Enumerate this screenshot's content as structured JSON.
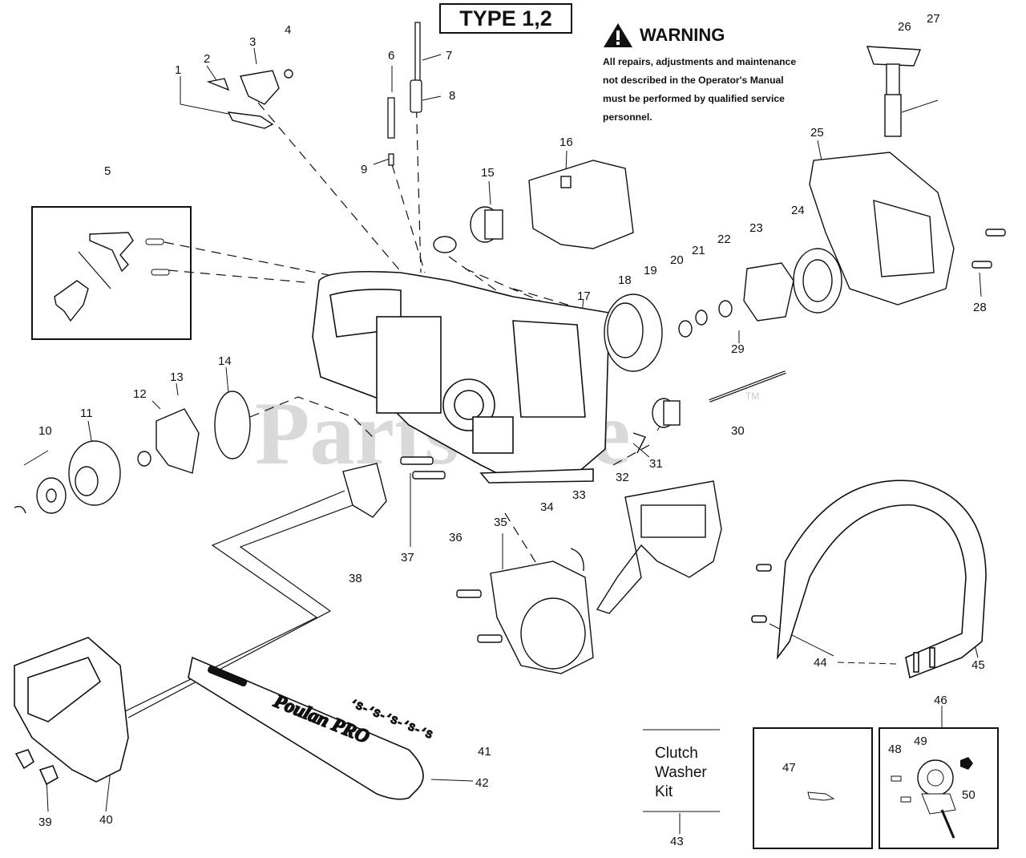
{
  "title": "TYPE 1,2",
  "warning": {
    "heading": "WARNING",
    "lines": [
      "All repairs, adjustments and maintenance",
      "not described in the Operator's Manual",
      "must be performed by qualified  service",
      "personnel."
    ]
  },
  "watermark": {
    "text": "PartsTree",
    "tm": "TM"
  },
  "bar_brand": "Poulan PRO",
  "bar_holes": "‘S-‘S-‘S-‘S-‘S",
  "kit_label": [
    "Clutch",
    "Washer",
    "Kit"
  ],
  "callouts": [
    "1",
    "2",
    "3",
    "4",
    "5",
    "6",
    "7",
    "8",
    "9",
    "10",
    "11",
    "12",
    "13",
    "14",
    "15",
    "16",
    "17",
    "18",
    "19",
    "20",
    "21",
    "22",
    "23",
    "24",
    "25",
    "26",
    "27",
    "28",
    "29",
    "30",
    "31",
    "32",
    "33",
    "34",
    "35",
    "36",
    "37",
    "38",
    "39",
    "40",
    "41",
    "42",
    "43",
    "44",
    "45",
    "46",
    "47",
    "48",
    "49",
    "50"
  ],
  "icons": {
    "warning": "warning-triangle-icon"
  }
}
